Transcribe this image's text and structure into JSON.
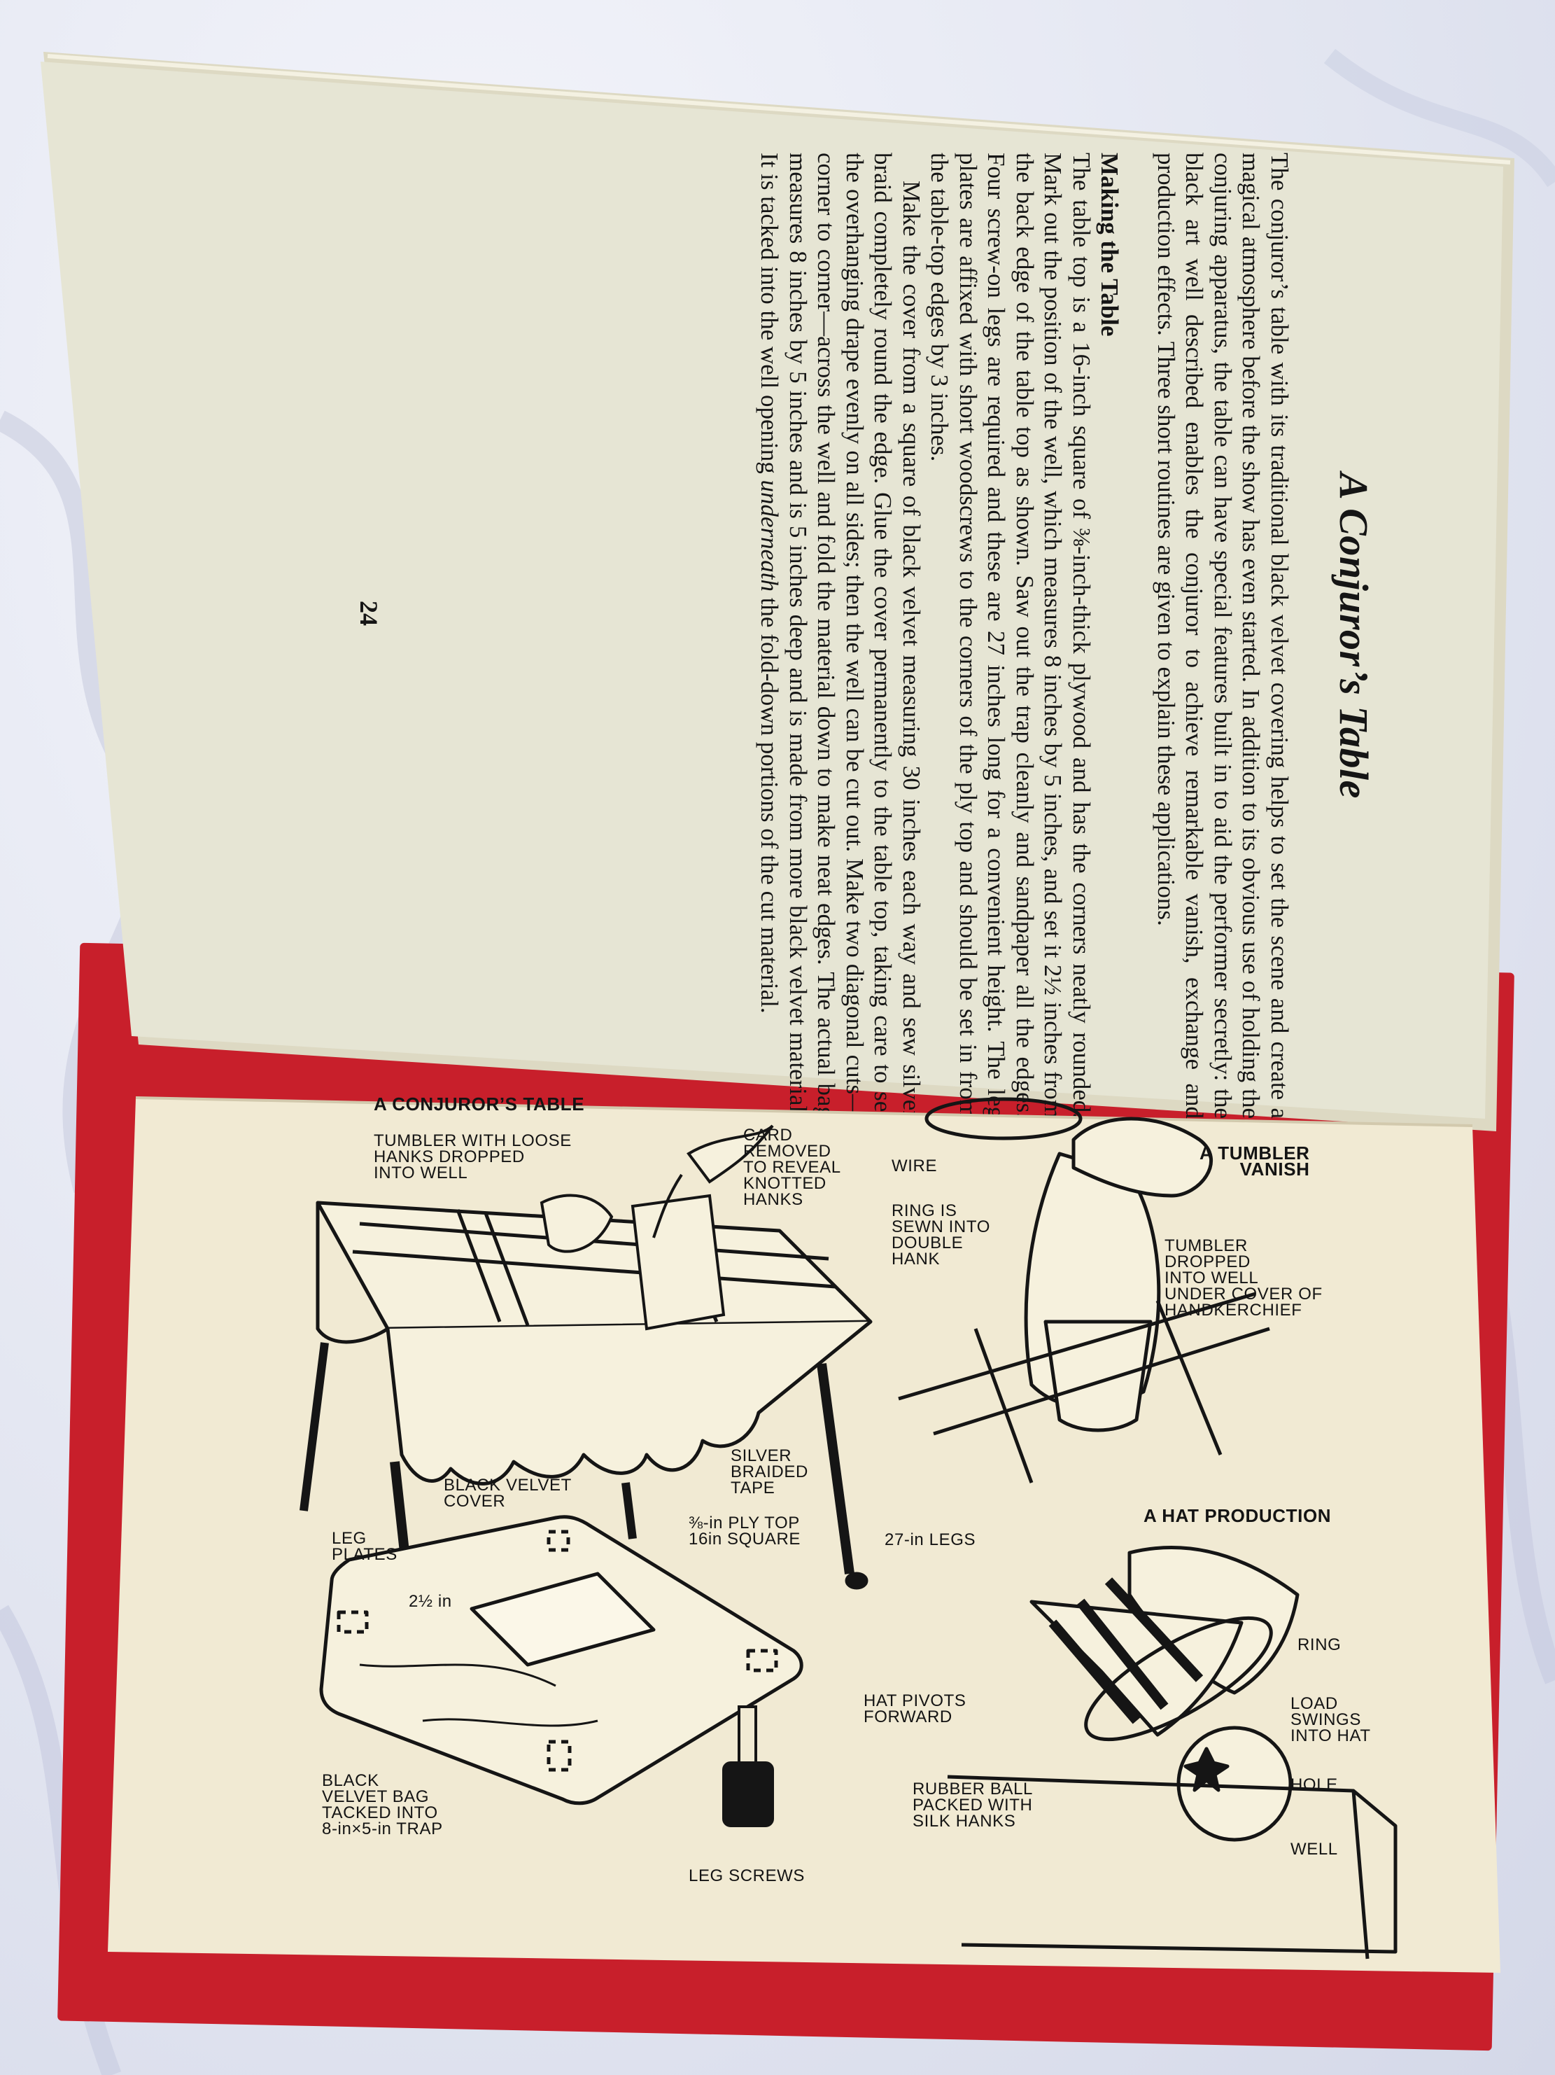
{
  "page": {
    "title": "A Conjuror’s Table",
    "intro": "The conjuror’s table with its traditional black velvet covering helps to set the scene and create a magical atmosphere before the show has even started. In addition to its obvious use of holding the conjuring apparatus, the table can have special features built in to aid the performer secretly: the black art well described enables the conjuror to achieve remarkable vanish, exchange and production effects. Three short routines are given to explain these applications.",
    "section_heading": "Making the Table",
    "para1": "The table top is a 16-inch square of ⅜-inch-thick plywood and has the corners neatly rounded. Mark out the position of the well, which measures 8 inches by 5 inches, and set it 2½ inches from the back edge of the table top as shown. Saw out the trap cleanly and sandpaper all the edges. Four screw-on legs are required and these are 27 inches long for a convenient height. The leg plates are affixed with short woodscrews to the corners of the ply top and should be set in from the table-top edges by 3 inches.",
    "para2_a": "Make the cover from a square of black velvet measuring 30 inches each way and sew silver braid completely round the edge. Glue the cover permanently to the table top, taking care to set the overhanging drape evenly on all sides; then the well can be cut out. Make two diagonal cuts—corner to corner—across the well and fold the material down to make neat edges. The actual bag measures 8 inches by 5 inches and is 5 inches deep and is made from more black velvet material. It is tacked into the well opening ",
    "para2_em": "underneath",
    "para2_b": " the fold-down portions of the cut material.",
    "page_number": "24"
  },
  "figure": {
    "labels": {
      "main_title": "A CONJUROR’S TABLE",
      "tumbler_hanks": "TUMBLER WITH LOOSE\nHANKS DROPPED\nINTO WELL",
      "card_removed": "CARD\nREMOVED\nTO REVEAL\nKNOTTED\nHANKS",
      "wire": "WIRE",
      "ring_sewn": "RING IS\nSEWN INTO\nDOUBLE\nHANK",
      "tumbler_vanish": "A TUMBLER\nVANISH",
      "tumbler_dropped": "TUMBLER\nDROPPED\nINTO WELL\nUNDER COVER OF\nHANDKERCHIEF",
      "black_velvet_cover": "BLACK VELVET\nCOVER",
      "silver_braided_tape": "SILVER\nBRAIDED\nTAPE",
      "leg_plates": "LEG\nPLATES",
      "ply_top": "⅜-in PLY TOP\n16in SQUARE",
      "legs_27": "27-in LEGS",
      "hat_production": "A HAT PRODUCTION",
      "two_half_in": "2½ in",
      "ring": "RING",
      "hat_pivots": "HAT PIVOTS\nFORWARD",
      "load_swings": "LOAD\nSWINGS\nINTO HAT",
      "black_velvet_bag": "BLACK\nVELVET BAG\nTACKED INTO\n8-in×5-in TRAP",
      "rubber_ball": "RUBBER BALL\nPACKED WITH\nSILK HANKS",
      "hole": "HOLE",
      "well": "WELL",
      "leg_screws": "LEG SCREWS"
    }
  },
  "colors": {
    "top_page": "#e6e5d4",
    "bottom_page": "#f1ead3",
    "cover": "#c81f2b",
    "ink": "#151515"
  }
}
